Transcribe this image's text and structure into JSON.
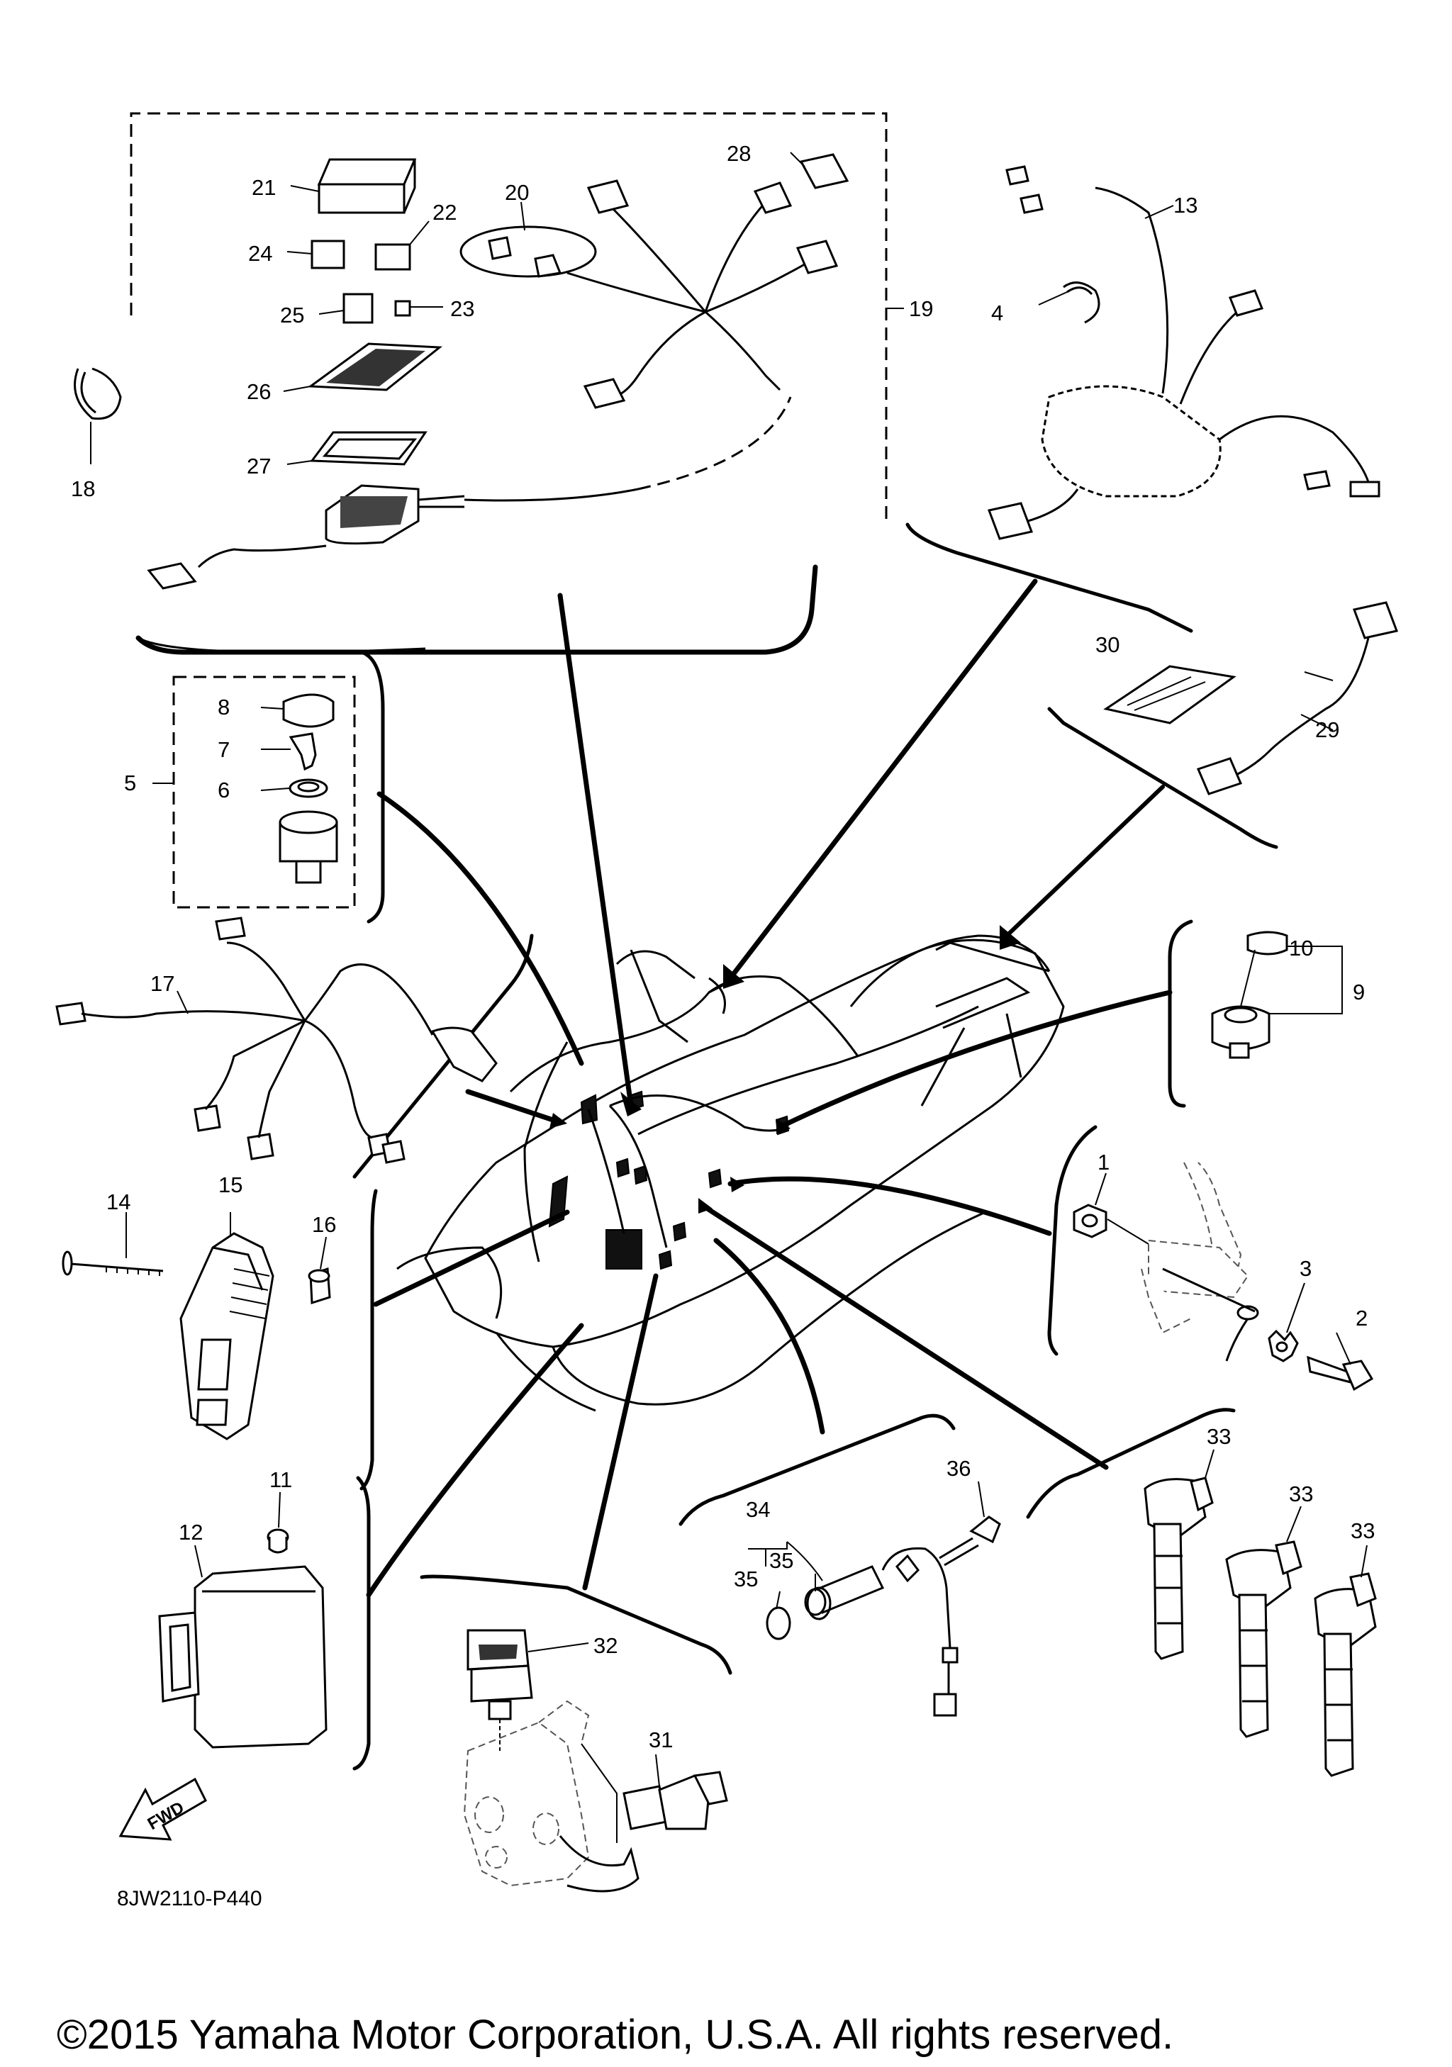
{
  "diagram_code": "8JW2110-P440",
  "fwd_label": "FWD",
  "copyright": "©2015 Yamaha Motor Corporation, U.S.A. All rights reserved.",
  "callouts": {
    "n1": "1",
    "n2": "2",
    "n3": "3",
    "n4": "4",
    "n5": "5",
    "n6": "6",
    "n7": "7",
    "n8": "8",
    "n9": "9",
    "n10": "10",
    "n11": "11",
    "n12": "12",
    "n13": "13",
    "n14": "14",
    "n15": "15",
    "n16": "16",
    "n17": "17",
    "n18": "18",
    "n19": "19",
    "n20": "20",
    "n21": "21",
    "n22": "22",
    "n23": "23",
    "n24": "24",
    "n25": "25",
    "n26": "26",
    "n27": "27",
    "n28": "28",
    "n29": "29",
    "n30": "30",
    "n31": "31",
    "n32": "32",
    "n33a": "33",
    "n33b": "33",
    "n33c": "33",
    "n34": "34",
    "n35a": "35",
    "n35b": "35",
    "n36": "36"
  }
}
